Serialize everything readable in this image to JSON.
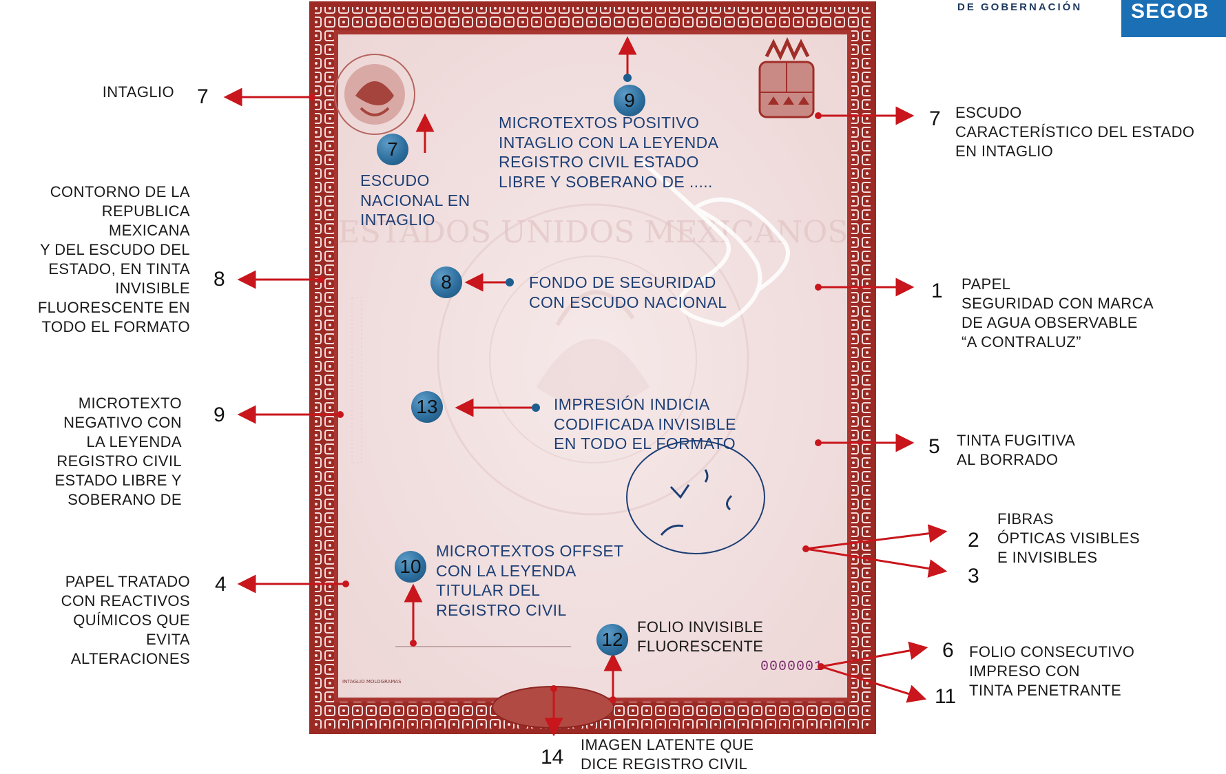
{
  "header": {
    "agency_text": "DE GOBERNACIÓN",
    "logo_text": "SEGOB"
  },
  "document": {
    "folio_number": "0000001",
    "corner_fine_print": "INTAGLIO MOLOGRAMAS"
  },
  "left_labels": [
    {
      "number": "7",
      "text": "INTAGLIO"
    },
    {
      "number": "8",
      "text": "CONTORNO DE LA\nREPUBLICA\nMEXICANA\nY DEL ESCUDO DEL\nESTADO, EN TINTA\nINVISIBLE\nFLUORESCENTE EN\nTODO EL FORMATO"
    },
    {
      "number": "9",
      "text": "MICROTEXTO\nNEGATIVO CON\nLA LEYENDA\nREGISTRO CIVIL\nESTADO LIBRE Y\nSOBERANO DE"
    },
    {
      "number": "4",
      "text": "PAPEL TRATADO\nCON REACTIVOS\nQUÍMICOS QUE\nEVITA\nALTERACIONES"
    }
  ],
  "right_labels": [
    {
      "number": "7",
      "text": "ESCUDO\nCARACTERÍSTICO DEL ESTADO\nEN INTAGLIO"
    },
    {
      "number": "1",
      "text": "PAPEL\nSEGURIDAD CON MARCA\nDE AGUA OBSERVABLE\n“A CONTRALUZ”"
    },
    {
      "number": "5",
      "text": "TINTA FUGITIVA\nAL BORRADO"
    },
    {
      "number": "2",
      "text": "FIBRAS\nÓPTICAS VISIBLES\nE INVISIBLES"
    },
    {
      "number": "3",
      "text": ""
    },
    {
      "number": "6",
      "text": "FOLIO CONSECUTIVO\nIMPRESO CON\nTINTA PENETRANTE"
    },
    {
      "number": "11",
      "text": ""
    }
  ],
  "inner_labels": [
    {
      "number": "7",
      "text": "ESCUDO\nNACIONAL EN\nINTAGLIO"
    },
    {
      "number": "9",
      "text": "MICROTEXTOS POSITIVO\nINTAGLIO CON LA LEYENDA\nREGISTRO CIVIL ESTADO\nLIBRE Y SOBERANO DE ....."
    },
    {
      "number": "8",
      "text": "FONDO DE SEGURIDAD\nCON ESCUDO NACIONAL"
    },
    {
      "number": "13",
      "text": "IMPRESIÓN INDICIA\nCODIFICADA INVISIBLE\nEN TODO EL FORMATO"
    },
    {
      "number": "10",
      "text": "MICROTEXTOS OFFSET\nCON LA LEYENDA\nTITULAR DEL\nREGISTRO CIVIL"
    },
    {
      "number": "12",
      "text": "FOLIO INVISIBLE\nFLUORESCENTE"
    }
  ],
  "bottom_label": {
    "number": "14",
    "text": "IMAGEN LATENTE QUE\nDICE REGISTRO CIVIL"
  },
  "watermark_text": "ESTADOS UNIDOS MEXICANOS",
  "colors": {
    "border": "#9b2a24",
    "paper": "#f3e2e2",
    "arrow": "#c8161c",
    "inner_text": "#1d3f75",
    "badge": "#2d6f9e"
  }
}
